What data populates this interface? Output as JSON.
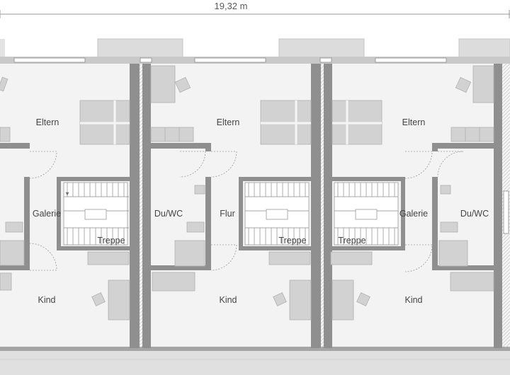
{
  "dimension": {
    "total_width": "19,32 m"
  },
  "rooms": {
    "left": {
      "eltern": "Eltern",
      "galerie": "Galerie",
      "treppe": "Treppe",
      "kind": "Kind"
    },
    "middle": {
      "eltern": "Eltern",
      "bath": "Du/WC",
      "flur": "Flur",
      "treppe": "Treppe",
      "kind": "Kind"
    },
    "right": {
      "eltern": "Eltern",
      "galerie": "Galerie",
      "bath": "Du/WC",
      "treppe": "Treppe",
      "kind": "Kind"
    }
  },
  "colors": {
    "wall": "#8f8f8f",
    "floor": "#f3f3f3",
    "furniture": "#d2d2d2",
    "line": "#777777"
  }
}
